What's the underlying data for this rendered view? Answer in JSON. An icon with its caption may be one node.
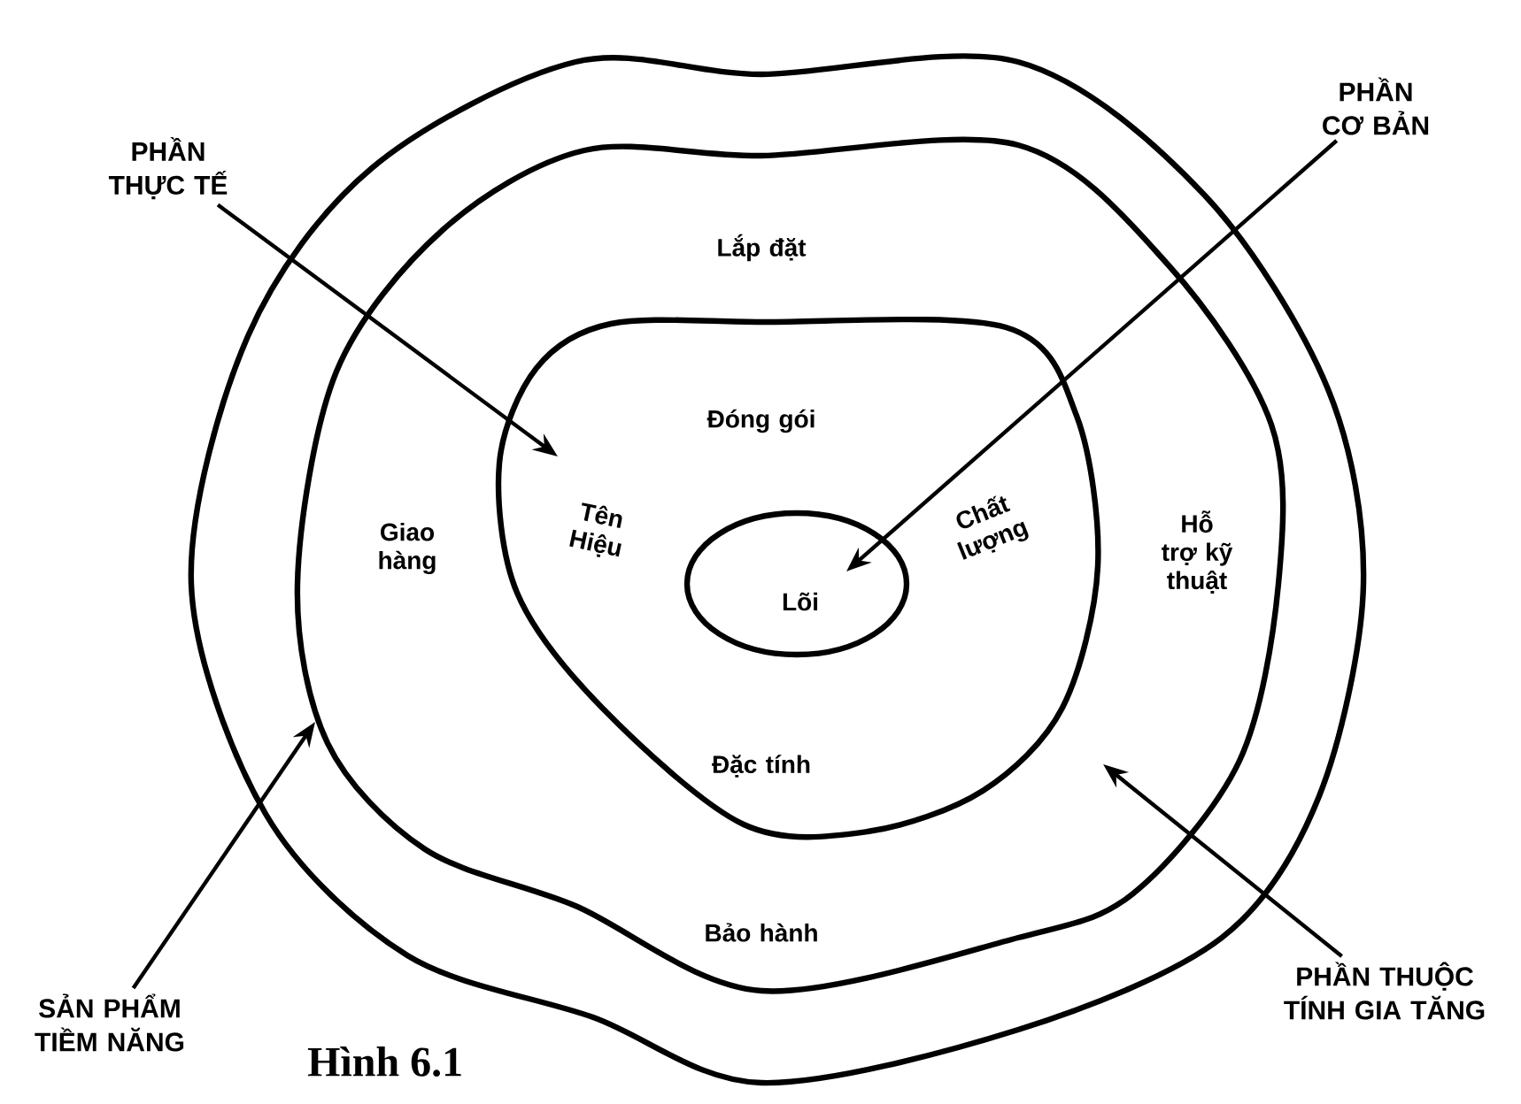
{
  "diagram": {
    "caption": "Hình 6.1",
    "nodes": [
      {
        "text": [],
        "shape": "circle"
      },
      {
        "text": [
          "Lắp đặt",
          "Giao hàng",
          "Hỗ trợ kỹ thuật",
          "Bảo hành"
        ],
        "in": 0
      },
      {
        "text": [
          "Đóng gói",
          "Tên Hiệu",
          "Chất lượng",
          "Đặc tính"
        ],
        "in": 1
      },
      {
        "text": [
          "Lõi"
        ],
        "in": 2
      },
      {
        "text": [
          "PHẦN THỰC TẾ"
        ]
      },
      {
        "text": [
          "PHẦN CƠ BẢN"
        ]
      },
      {
        "text": [
          "SẢN PHẨM TIỀM NĂNG"
        ]
      },
      {
        "text": [
          "PHẦN THUỘC TÍNH GIA TĂNG"
        ]
      }
    ],
    "edges": [
      {
        "from": 4,
        "to": 2,
        "arrow": "to"
      },
      {
        "from": 5,
        "to": 3,
        "arrow": "to"
      },
      {
        "from": 6,
        "to": 0,
        "arrow": "to"
      },
      {
        "from": 7,
        "to": 1,
        "arrow": "to"
      }
    ]
  }
}
